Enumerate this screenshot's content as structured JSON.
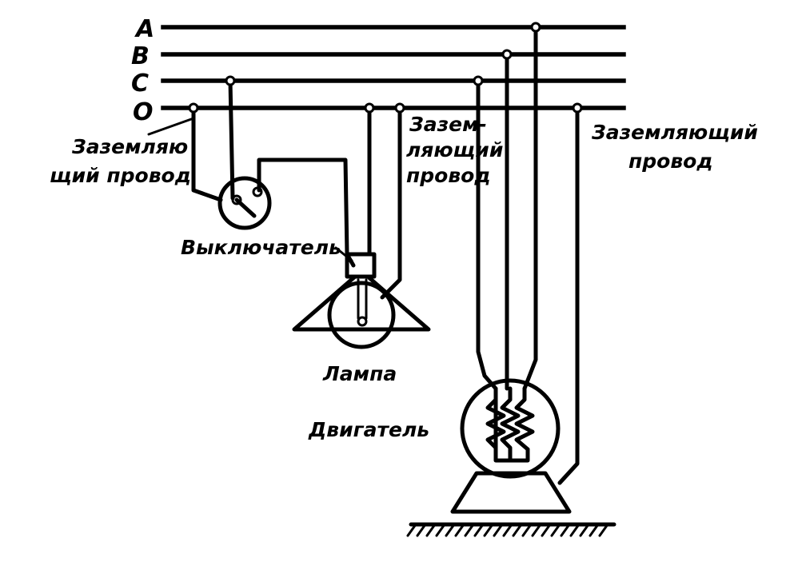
{
  "buses": [
    {
      "id": "A",
      "label": "A"
    },
    {
      "id": "B",
      "label": "B"
    },
    {
      "id": "C",
      "label": "C"
    },
    {
      "id": "O",
      "label": "O"
    }
  ],
  "labels": {
    "ground_wire_left_line1": "Заземляю",
    "ground_wire_left_line2": "щий провод",
    "ground_wire_mid_line1": "Зазем-",
    "ground_wire_mid_line2": "ляющий",
    "ground_wire_mid_line3": "провод",
    "ground_wire_right_line1": "Заземляющий",
    "ground_wire_right_line2": "провод",
    "switch": "Выключатель",
    "lamp": "Лампа",
    "motor": "Двигатель"
  }
}
